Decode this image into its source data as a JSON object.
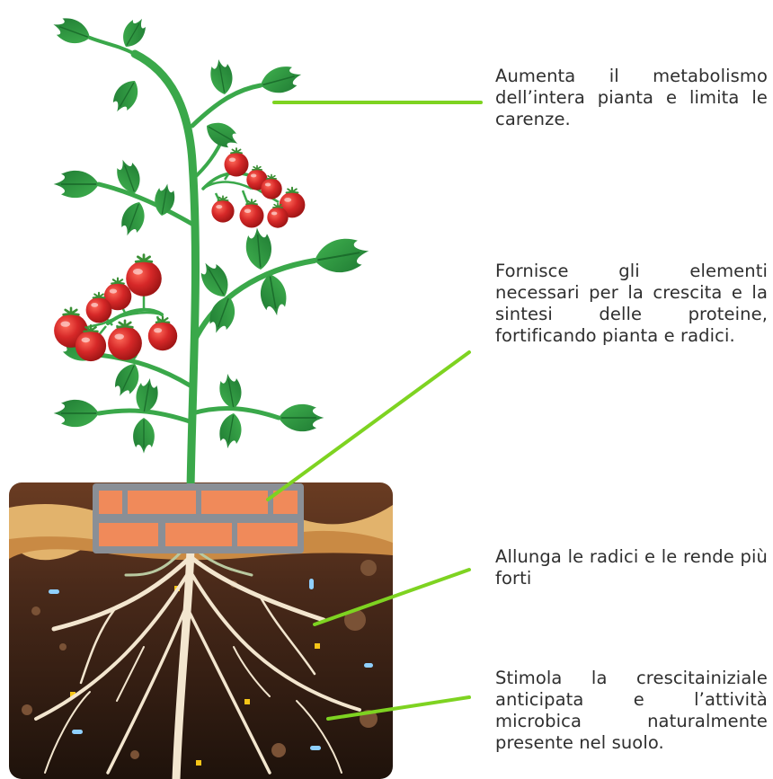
{
  "annotations": [
    {
      "text": "Aumenta il metabolismo dell’intera pianta e limita le carenze."
    },
    {
      "text": "Fornisce gli elementi necessari per la crescita e la sintesi delle proteine, fortificando pianta e radici."
    },
    {
      "text": "Allunga le radici e le rende più forti"
    },
    {
      "text": "Stimola la crescitainiziale anticipata e l’attività microbica naturalmente presente nel suolo."
    }
  ],
  "colors": {
    "leader_line": "#7ed321",
    "leaf": "#2e9b3e",
    "stem": "#3aa84a",
    "tomato": "#d62828",
    "brick": "#f08a5a",
    "brick_frame": "#8a8f96",
    "soil_dark": "#3b2418",
    "soil_top": "#e2b36c",
    "root": "#f3e6cf"
  }
}
